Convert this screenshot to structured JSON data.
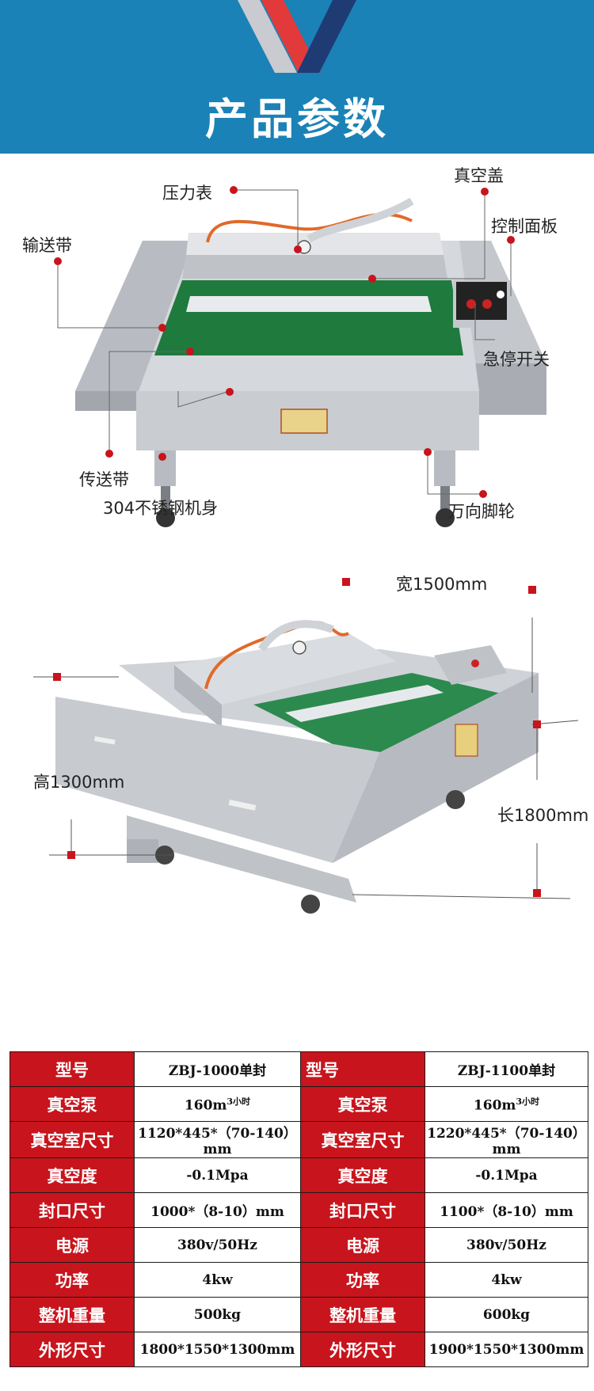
{
  "header": {
    "title": "产品参数"
  },
  "callouts": {
    "pressure_gauge": "压力表",
    "vacuum_lid": "真空盖",
    "control_panel": "控制面板",
    "conveyor_belt": "输送带",
    "emergency_stop": "急停开关",
    "transmission_belt": "传送带",
    "body_material": "304不锈钢机身",
    "casters": "万向脚轮"
  },
  "dimensions": {
    "width": "宽1500mm",
    "height": "高1300mm",
    "length": "长1800mm"
  },
  "table": {
    "rows": [
      {
        "label_left": "型号",
        "value_left": "ZBJ-1000单封",
        "label_right": "型号",
        "value_right": "ZBJ-1100单封"
      },
      {
        "label_left": "真空泵",
        "value_left": "160m",
        "value_left_sup": "3小时",
        "label_right": "真空泵",
        "value_right": "160m",
        "value_right_sup": "3小时"
      },
      {
        "label_left": "真空室尺寸",
        "value_left": "1120*445*（70-140）mm",
        "label_right": "真空室尺寸",
        "value_right": "1220*445*（70-140）mm"
      },
      {
        "label_left": "真空度",
        "value_left": "-0.1Mpa",
        "label_right": "真空度",
        "value_right": "-0.1Mpa"
      },
      {
        "label_left": "封口尺寸",
        "value_left": "1000*（8-10）mm",
        "label_right": "封口尺寸",
        "value_right": "1100*（8-10）mm"
      },
      {
        "label_left": "电源",
        "value_left": "380v/50Hz",
        "label_right": "电源",
        "value_right": "380v/50Hz"
      },
      {
        "label_left": "功率",
        "value_left": "4kw",
        "label_right": "功率",
        "value_right": "4kw"
      },
      {
        "label_left": "整机重量",
        "value_left": "500kg",
        "label_right": "整机重量",
        "value_right": "600kg"
      },
      {
        "label_left": "外形尺寸",
        "value_left": "1800*1550*1300mm",
        "label_right": "外形尺寸",
        "value_right": "1900*1550*1300mm"
      }
    ]
  }
}
